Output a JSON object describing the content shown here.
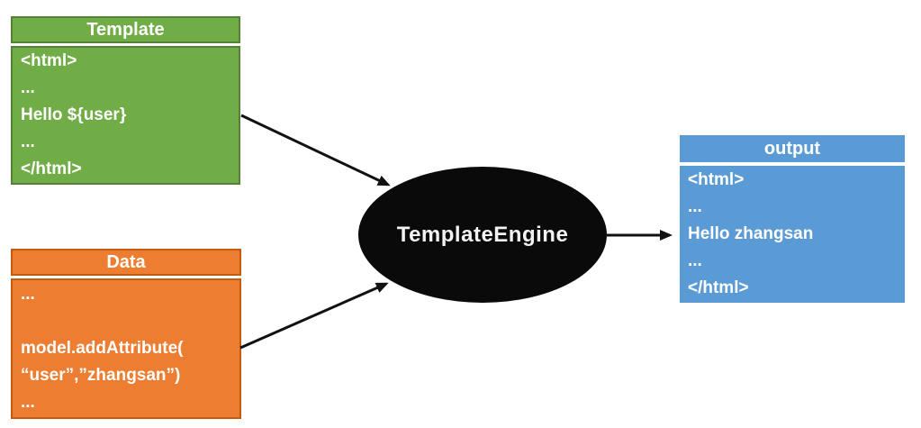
{
  "diagram": {
    "template_box": {
      "title": "Template",
      "lines": [
        "<html>",
        "...",
        "Hello ${user}",
        "...",
        "</html>"
      ],
      "fill": "#70AD47",
      "border_color": "#538135",
      "text_color": "#FFFFFF"
    },
    "data_box": {
      "title": "Data",
      "lines": [
        "...",
        "",
        "model.addAttribute(",
        "“user”,”zhangsan”)",
        "..."
      ],
      "fill": "#ED7D31",
      "border_color": "#C55A11",
      "text_color": "#FFFFFF"
    },
    "engine_node": {
      "label": "TemplateEngine",
      "fill": "#0a0a0a",
      "text_color": "#F2F2F2"
    },
    "output_box": {
      "title": "output",
      "lines": [
        "<html>",
        "...",
        "Hello zhangsan",
        "...",
        "</html>"
      ],
      "fill": "#5B9BD5",
      "text_color": "#FFFFFF"
    },
    "arrow_color": "#111111"
  }
}
